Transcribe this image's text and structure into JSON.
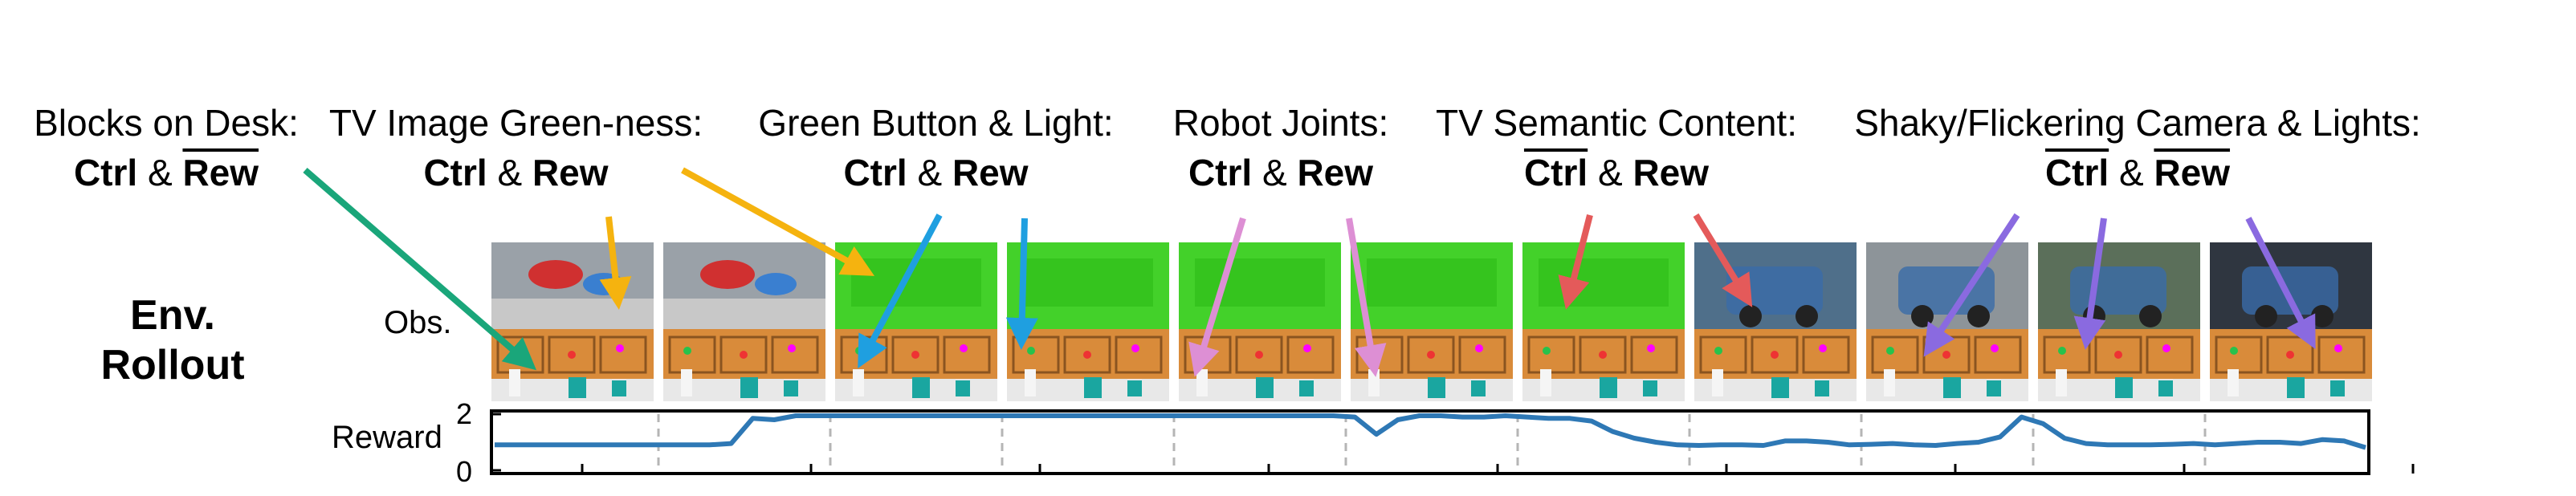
{
  "labels": [
    {
      "title": "Blocks on Desk:",
      "first": "Ctrl",
      "first_overline": false,
      "sep": "&",
      "second": "Rew",
      "second_overline": true
    },
    {
      "title": "TV Image Green-ness:",
      "first": "Ctrl",
      "first_overline": false,
      "sep": "&",
      "second": "Rew",
      "second_overline": false
    },
    {
      "title": "Green Button & Light:",
      "first": "Ctrl",
      "first_overline": false,
      "sep": "&",
      "second": "Rew",
      "second_overline": false
    },
    {
      "title": "Robot Joints:",
      "first": "Ctrl",
      "first_overline": false,
      "sep": "&",
      "second": "Rew",
      "second_overline": false
    },
    {
      "title": "TV Semantic Content:",
      "first": "Ctrl",
      "first_overline": true,
      "sep": "&",
      "second": "Rew",
      "second_overline": false
    },
    {
      "title": "Shaky/Flickering Camera & Lights:",
      "first": "Ctrl",
      "first_overline": true,
      "sep": "&",
      "second": "Rew",
      "second_overline": true
    }
  ],
  "env_title": "Env.\nRollout",
  "obs_label": "Obs.",
  "reward_label": "Reward",
  "reward_ticks": [
    "0",
    "2"
  ],
  "colors": {
    "green": "#1aa67a",
    "yellow": "#f5b30f",
    "blue": "#1f9fe0",
    "pink": "#dd8fd4",
    "red": "#e45a5a",
    "purple": "#8a6ae0",
    "reward_line": "#2e78b5"
  },
  "frames": [
    {
      "tv": "racing-kart"
    },
    {
      "tv": "racing-kart"
    },
    {
      "tv": "green"
    },
    {
      "tv": "green"
    },
    {
      "tv": "green"
    },
    {
      "tv": "green"
    },
    {
      "tv": "green"
    },
    {
      "tv": "car-blue"
    },
    {
      "tv": "car-gray"
    },
    {
      "tv": "car-dim"
    },
    {
      "tv": "car-dark"
    }
  ],
  "reward_series": [
    0.9,
    0.9,
    0.9,
    0.9,
    0.9,
    0.9,
    0.9,
    0.9,
    0.9,
    0.9,
    0.9,
    0.95,
    1.9,
    1.85,
    2.0,
    2.0,
    2.0,
    2.0,
    2.0,
    2.0,
    2.0,
    2.0,
    2.0,
    2.0,
    2.0,
    2.0,
    2.0,
    2.0,
    2.0,
    2.0,
    2.0,
    2.0,
    2.0,
    2.0,
    2.0,
    2.0,
    2.0,
    2.0,
    2.0,
    2.0,
    1.95,
    1.3,
    1.85,
    2.0,
    2.0,
    1.95,
    1.95,
    2.0,
    1.95,
    1.9,
    1.9,
    1.8,
    1.4,
    1.15,
    1.0,
    0.9,
    0.88,
    0.9,
    0.9,
    0.88,
    1.05,
    1.05,
    1.0,
    0.9,
    0.92,
    0.95,
    0.9,
    0.88,
    0.95,
    1.0,
    1.2,
    1.95,
    1.7,
    1.15,
    0.95,
    0.9,
    0.9,
    0.9,
    0.92,
    0.95,
    0.9,
    0.95,
    1.0,
    1.0,
    0.95,
    1.1,
    1.05,
    0.8
  ],
  "reward_ylim": [
    0,
    2
  ]
}
